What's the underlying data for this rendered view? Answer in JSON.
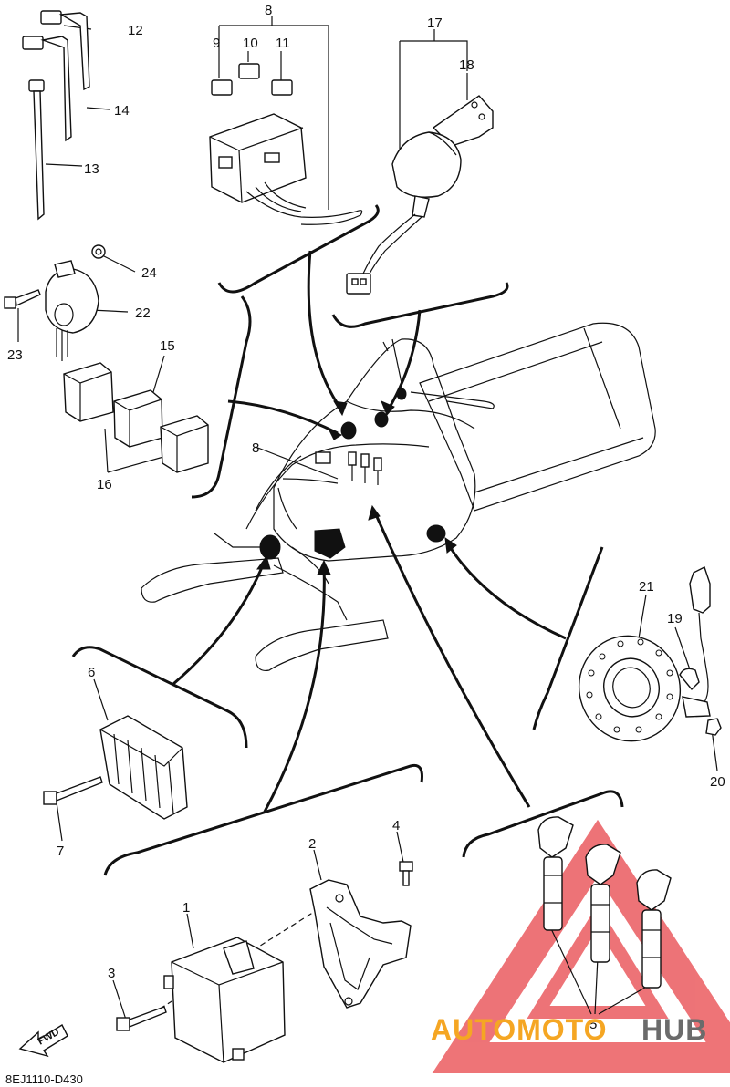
{
  "diagram_code": "8EJ1110-D430",
  "fwd_label": "FWD",
  "watermark": {
    "part1": "AUTOMOTO",
    "part2": "HUB",
    "colors": {
      "accent": "#f5a623",
      "triangle": "#e8454a",
      "gray": "#6b6b6b"
    }
  },
  "callouts": {
    "c1": "1",
    "c2": "2",
    "c3": "3",
    "c4": "4",
    "c5": "5",
    "c6": "6",
    "c7": "7",
    "c8": "8",
    "c8b": "8",
    "c9": "9",
    "c10": "10",
    "c11": "11",
    "c12": "12",
    "c13": "13",
    "c14": "14",
    "c15": "15",
    "c16": "16",
    "c17": "17",
    "c18": "18",
    "c19": "19",
    "c20": "20",
    "c21": "21",
    "c22": "22",
    "c23": "23",
    "c24": "24"
  }
}
